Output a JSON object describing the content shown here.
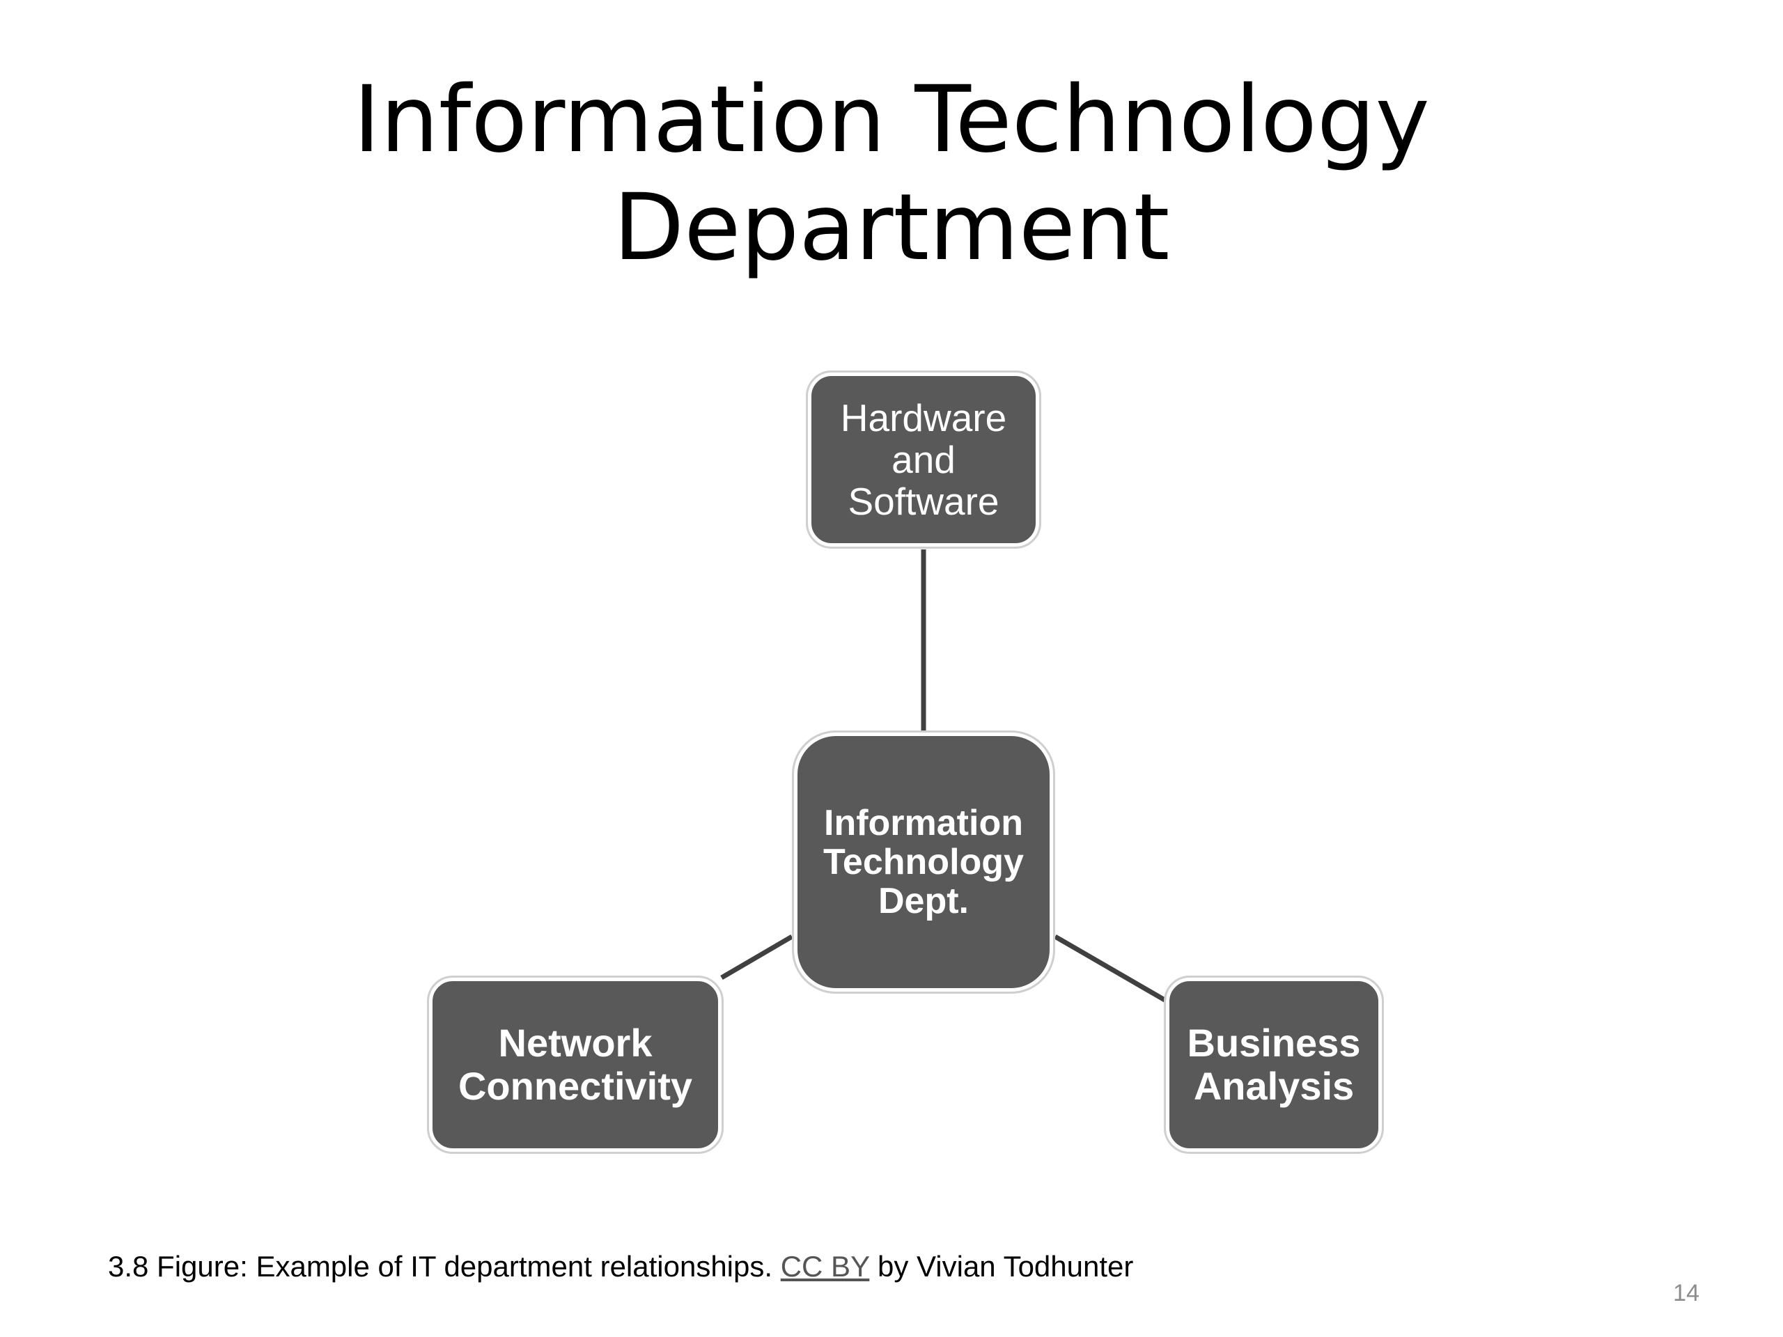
{
  "slide": {
    "title_line1": "Information Technology",
    "title_line2": "Department",
    "page_number": "14"
  },
  "diagram": {
    "nodes": {
      "hardware": "Hardware\nand\nSoftware",
      "center": "Information\nTechnology\nDept.",
      "network": "Network\nConnectivity",
      "business": "Business\nAnalysis"
    },
    "colors": {
      "node_fill": "#595959",
      "node_text": "#ffffff",
      "connector": "#404040"
    }
  },
  "caption": {
    "prefix": "3.8 Figure: Example of IT department relationships. ",
    "license_link": "CC BY",
    "suffix": " by Vivian Todhunter"
  }
}
